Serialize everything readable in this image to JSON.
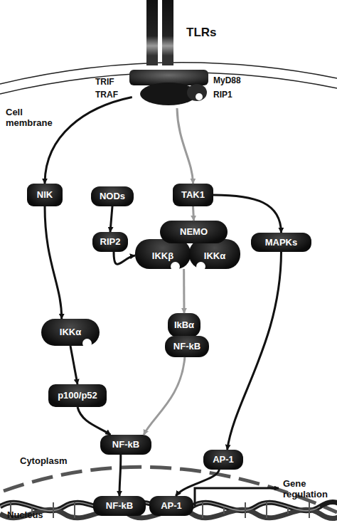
{
  "diagram": {
    "nodes": [
      {
        "text": [
          "TLRs"
        ]
      },
      {
        "text": [
          "TRIF",
          "MyD88",
          "TRAF",
          "RIP1"
        ]
      },
      {
        "text": [
          "NIK"
        ]
      },
      {
        "text": [
          "NODs"
        ]
      },
      {
        "text": [
          "TAK1"
        ]
      },
      {
        "text": [
          "RIP2"
        ]
      },
      {
        "text": [
          "NEMO"
        ]
      },
      {
        "text": [
          "IKKβ"
        ]
      },
      {
        "text": [
          "IKKα"
        ]
      },
      {
        "text": [
          "MAPKs"
        ]
      },
      {
        "text": [
          "IKKα"
        ]
      },
      {
        "text": [
          "IkBα"
        ]
      },
      {
        "text": [
          "NF-kB"
        ]
      },
      {
        "text": [
          "p100/p52"
        ]
      },
      {
        "text": [
          "NF-kB"
        ]
      },
      {
        "text": [
          "AP-1"
        ]
      },
      {
        "text": [
          "NF-kB"
        ]
      },
      {
        "text": [
          "AP-1"
        ]
      }
    ],
    "edges": [
      {
        "from": 1,
        "to": 2,
        "arrow": "to"
      },
      {
        "from": 1,
        "to": 4,
        "arrow": "to"
      },
      {
        "from": 2,
        "to": 10,
        "arrow": "to"
      },
      {
        "from": 3,
        "to": 5,
        "arrow": "to"
      },
      {
        "from": 5,
        "to": 7,
        "arrow": "to"
      },
      {
        "from": 4,
        "to": 6,
        "arrow": "to"
      },
      {
        "from": 4,
        "to": 9,
        "arrow": "to"
      },
      {
        "from": 10,
        "to": 13,
        "arrow": "to"
      },
      {
        "from": 7,
        "to": 11,
        "arrow": "to"
      },
      {
        "from": 12,
        "to": 14,
        "arrow": "to"
      },
      {
        "from": 13,
        "to": 14,
        "arrow": "to"
      },
      {
        "from": 9,
        "to": 15,
        "arrow": "to"
      },
      {
        "from": 14,
        "to": 16,
        "arrow": "to"
      },
      {
        "from": 15,
        "to": 17,
        "arrow": "to"
      }
    ],
    "labels": [
      "Cell membrane",
      "Cytoplasm",
      "Nucleus",
      "Gene regulation"
    ]
  }
}
